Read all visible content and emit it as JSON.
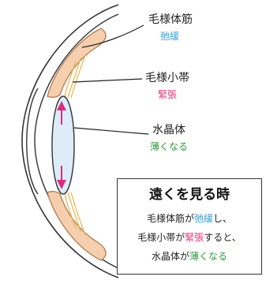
{
  "labels": {
    "ciliary_muscle": {
      "name": "毛様体筋",
      "state": "弛緩"
    },
    "zonule": {
      "name": "毛様小帯",
      "state": "緊張"
    },
    "lens": {
      "name": "水晶体",
      "state": "薄くなる"
    }
  },
  "caption": {
    "title": "遠くを見る時",
    "line1": {
      "a": "毛様体筋が",
      "b": "弛緩",
      "c": "し、"
    },
    "line2": {
      "a": "毛様小帯が",
      "b": "緊張",
      "c": "すると、"
    },
    "line3": {
      "a": "水晶体が",
      "b": "薄くなる"
    }
  },
  "colors": {
    "relax": "#3aa0d8",
    "tension": "#e0317a",
    "thin": "#2f9a3c",
    "muscle_fill": "#f5cfae",
    "muscle_stroke": "#b07a52",
    "lens_fill": "#dcecf8",
    "zonule": "#e8b450",
    "arrow": "#d6307d"
  }
}
